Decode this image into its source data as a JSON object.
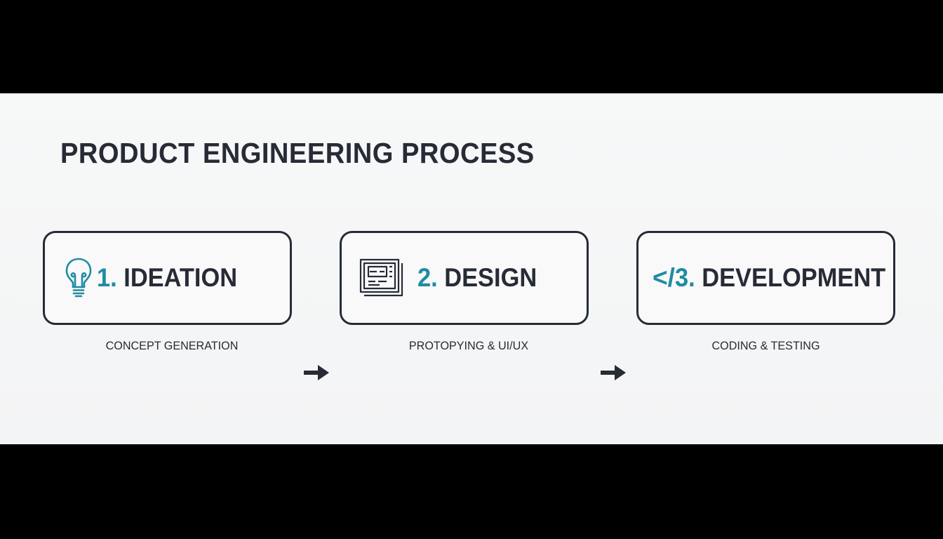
{
  "title": "PRODUCT ENGINEERING PROCESS",
  "colors": {
    "accent": "#1f8ca3",
    "text": "#262b36",
    "background": "#f5f6f7",
    "letterbox": "#000000"
  },
  "steps": [
    {
      "icon": "lightbulb-icon",
      "number": "1.",
      "label": "IDEATION",
      "caption": "CONCEPT GENERATION"
    },
    {
      "icon": "wireframe-icon",
      "number": "2.",
      "label": "DESIGN",
      "caption": "PROTOPYING & UI/UX"
    },
    {
      "icon": "code-icon",
      "icon_text": "</",
      "number": "3.",
      "label": "DEVELOPMENT",
      "caption": "CODING & TESTING"
    }
  ]
}
